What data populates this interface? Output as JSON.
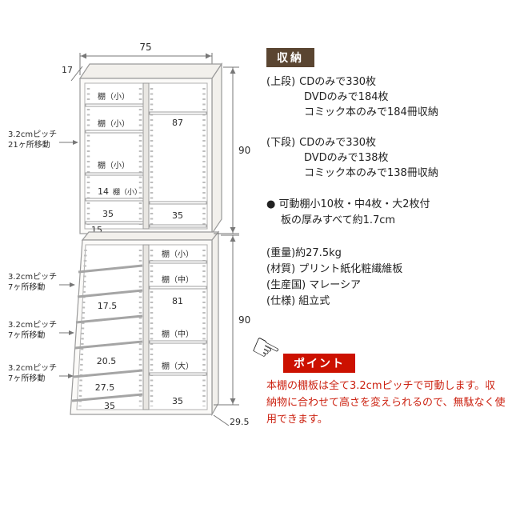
{
  "diagram": {
    "dims": {
      "width": "75",
      "depth_top": "17",
      "upper_height": "90",
      "lower_height": "90",
      "base_depth": "29.5"
    },
    "upper": {
      "shelf1": "棚（小）",
      "shelf2": "棚（小）",
      "shelf3": "棚（小）",
      "shelf4": "棚（小）",
      "n87": "87",
      "n14": "14",
      "n35_left": "35",
      "n35_right": "35",
      "n15": "15"
    },
    "lower": {
      "shelf_small": "棚（小）",
      "shelf_mid1": "棚（中）",
      "shelf_mid2": "棚（中）",
      "shelf_large": "棚（大）",
      "n17_5": "17.5",
      "n81": "81",
      "n20_5": "20.5",
      "n27_5": "27.5",
      "n35_left": "35",
      "n35_right": "35"
    },
    "annotations": [
      {
        "line1": "3.2cmピッチ",
        "line2": "21ヶ所移動"
      },
      {
        "line1": "3.2cmピッチ",
        "line2": "7ヶ所移動"
      },
      {
        "line1": "3.2cmピッチ",
        "line2": "7ヶ所移動"
      },
      {
        "line1": "3.2cmピッチ",
        "line2": "7ヶ所移動"
      }
    ]
  },
  "info": {
    "storage_header": "収納",
    "upper_label": "(上段)",
    "upper_line1": "CDのみで330枚",
    "upper_line2": "DVDのみで184枚",
    "upper_line3": "コミック本のみで184冊収納",
    "lower_label": "(下段)",
    "lower_line1": "CDのみで330枚",
    "lower_line2": "DVDのみで138枚",
    "lower_line3": "コミック本のみで138冊収納",
    "bullet_line1": "● 可動棚小10枚・中4枚・大2枚付",
    "bullet_line2": "板の厚みすべて約1.7cm",
    "spec_weight": "(重量)約27.5kg",
    "spec_material": "(材質) プリント紙化粧繊維板",
    "spec_country": "(生産国) マレーシア",
    "spec_assembly": "(仕様) 組立式",
    "point_header": "ポイント",
    "point_text": "本棚の棚板は全て3.2cmピッチで可動します。収納物に合わせて高さを変えられるので、無駄なく使用できます。",
    "hand_icon": "☞"
  },
  "colors": {
    "storage_header_bg": "#5a4531",
    "point_header_bg": "#cc1100",
    "point_text_color": "#cc2211"
  }
}
